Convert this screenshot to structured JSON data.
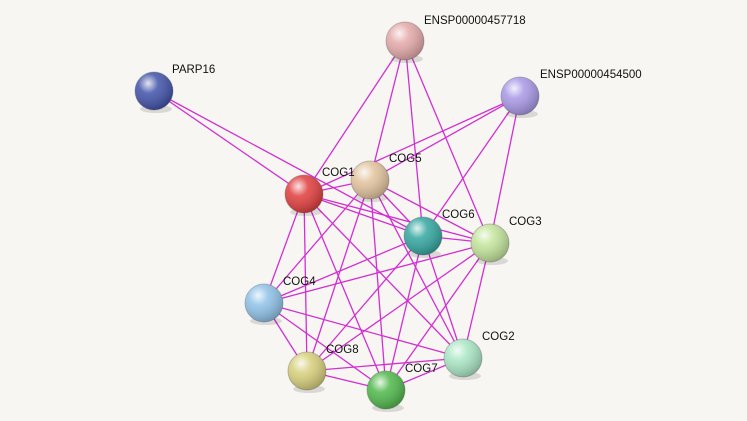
{
  "network": {
    "background": "#f7f6f2",
    "edge_color": "#d22fd2",
    "nodes": [
      {
        "id": "ENSP00000457718",
        "label": "ENSP00000457718",
        "color": "#e4a8a8"
      },
      {
        "id": "ENSP00000454500",
        "label": "ENSP00000454500",
        "color": "#a897e6"
      },
      {
        "id": "PARP16",
        "label": "PARP16",
        "color": "#3f51a8"
      },
      {
        "id": "COG1",
        "label": "COG1",
        "color": "#e03c3c"
      },
      {
        "id": "COG5",
        "label": "COG5",
        "color": "#e2c39d"
      },
      {
        "id": "COG6",
        "label": "COG6",
        "color": "#32a6a0"
      },
      {
        "id": "COG3",
        "label": "COG3",
        "color": "#c2e49a"
      },
      {
        "id": "COG4",
        "label": "COG4",
        "color": "#8ec1e8"
      },
      {
        "id": "COG2",
        "label": "COG2",
        "color": "#a9e6c4"
      },
      {
        "id": "COG8",
        "label": "COG8",
        "color": "#d6cf7a"
      },
      {
        "id": "COG7",
        "label": "COG7",
        "color": "#4fb84a"
      }
    ],
    "edges": [
      [
        "ENSP00000457718",
        "COG1"
      ],
      [
        "ENSP00000457718",
        "COG5"
      ],
      [
        "ENSP00000457718",
        "COG6"
      ],
      [
        "ENSP00000457718",
        "COG3"
      ],
      [
        "ENSP00000454500",
        "COG1"
      ],
      [
        "ENSP00000454500",
        "COG5"
      ],
      [
        "ENSP00000454500",
        "COG6"
      ],
      [
        "ENSP00000454500",
        "COG3"
      ],
      [
        "PARP16",
        "COG1"
      ],
      [
        "PARP16",
        "COG6"
      ],
      [
        "COG1",
        "COG5"
      ],
      [
        "COG1",
        "COG6"
      ],
      [
        "COG1",
        "COG3"
      ],
      [
        "COG1",
        "COG4"
      ],
      [
        "COG1",
        "COG8"
      ],
      [
        "COG1",
        "COG7"
      ],
      [
        "COG1",
        "COG2"
      ],
      [
        "COG5",
        "COG6"
      ],
      [
        "COG5",
        "COG3"
      ],
      [
        "COG5",
        "COG4"
      ],
      [
        "COG5",
        "COG8"
      ],
      [
        "COG5",
        "COG7"
      ],
      [
        "COG5",
        "COG2"
      ],
      [
        "COG6",
        "COG3"
      ],
      [
        "COG6",
        "COG4"
      ],
      [
        "COG6",
        "COG8"
      ],
      [
        "COG6",
        "COG7"
      ],
      [
        "COG6",
        "COG2"
      ],
      [
        "COG3",
        "COG4"
      ],
      [
        "COG3",
        "COG8"
      ],
      [
        "COG3",
        "COG7"
      ],
      [
        "COG3",
        "COG2"
      ],
      [
        "COG4",
        "COG8"
      ],
      [
        "COG4",
        "COG7"
      ],
      [
        "COG4",
        "COG2"
      ],
      [
        "COG8",
        "COG7"
      ],
      [
        "COG8",
        "COG2"
      ],
      [
        "COG7",
        "COG2"
      ]
    ]
  }
}
